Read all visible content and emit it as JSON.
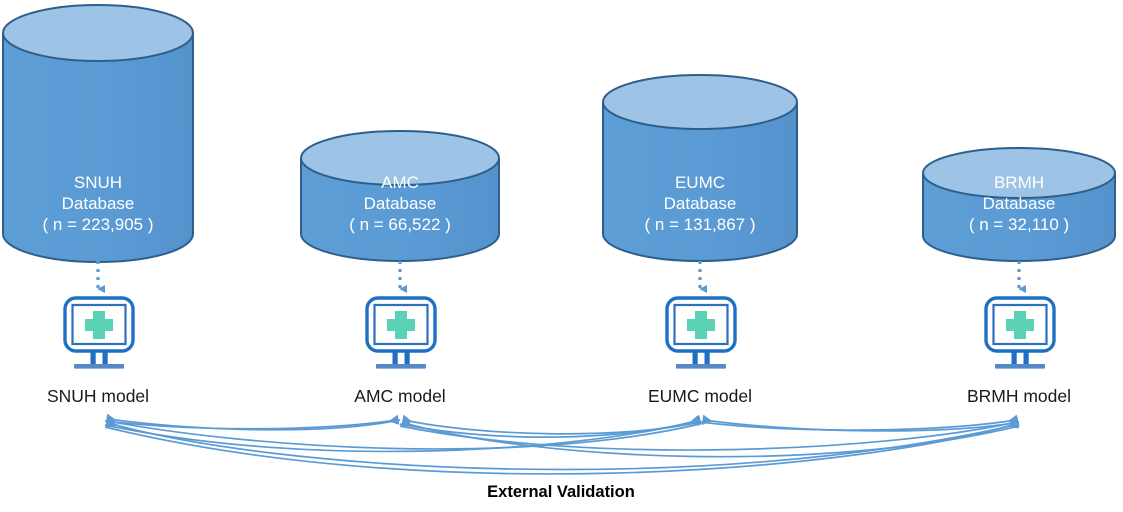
{
  "diagram": {
    "title": "Multi-center database and model external validation diagram",
    "colors": {
      "cylinder_body": "#5B9BD5",
      "cylinder_top": "#9DC3E6",
      "cylinder_stroke": "#2E5F8A",
      "monitor_stroke": "#1F6FC4",
      "cross_fill": "#5BD1B5",
      "arrow_blue": "#5B9BD5",
      "label_text": "#1A1A1A",
      "cylinder_text": "#FFFFFF"
    },
    "databases": [
      {
        "id": "snuh",
        "name": "SNUH",
        "kind": "Database",
        "count_label": "( n = 223,905 )",
        "n": 223905
      },
      {
        "id": "amc",
        "name": "AMC",
        "kind": "Database",
        "count_label": "( n = 66,522 )",
        "n": 66522
      },
      {
        "id": "eumc",
        "name": "EUMC",
        "kind": "Database",
        "count_label": "( n = 131,867 )",
        "n": 131867
      },
      {
        "id": "brmh",
        "name": "BRMH",
        "kind": "Database",
        "count_label": "( n = 32,110 )",
        "n": 32110
      }
    ],
    "models": [
      {
        "id": "snuh-model",
        "label": "SNUH model",
        "icon": "monitor-medical-cross-icon"
      },
      {
        "id": "amc-model",
        "label": "AMC model",
        "icon": "monitor-medical-cross-icon"
      },
      {
        "id": "eumc-model",
        "label": "EUMC model",
        "icon": "monitor-medical-cross-icon"
      },
      {
        "id": "brmh-model",
        "label": "BRMH model",
        "icon": "monitor-medical-cross-icon"
      }
    ],
    "flow": {
      "db_to_model_connector": "dotted-arrow-down",
      "validation_caption": "External Validation",
      "validation_edges": [
        {
          "from": "amc-model",
          "to": "snuh-model"
        },
        {
          "from": "eumc-model",
          "to": "snuh-model"
        },
        {
          "from": "brmh-model",
          "to": "snuh-model"
        },
        {
          "from": "snuh-model",
          "to": "amc-model"
        },
        {
          "from": "eumc-model",
          "to": "amc-model"
        },
        {
          "from": "brmh-model",
          "to": "amc-model"
        },
        {
          "from": "snuh-model",
          "to": "eumc-model"
        },
        {
          "from": "amc-model",
          "to": "eumc-model"
        },
        {
          "from": "brmh-model",
          "to": "eumc-model"
        },
        {
          "from": "snuh-model",
          "to": "brmh-model"
        },
        {
          "from": "amc-model",
          "to": "brmh-model"
        },
        {
          "from": "eumc-model",
          "to": "brmh-model"
        }
      ]
    }
  }
}
